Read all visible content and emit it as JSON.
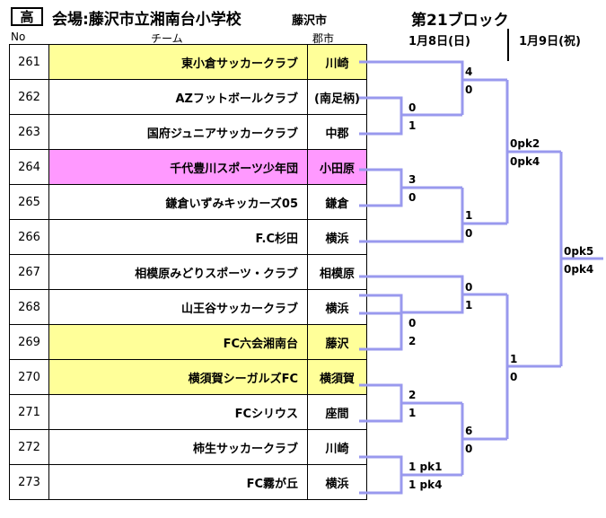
{
  "header": {
    "level_badge": "高",
    "venue": "会場:藤沢市立湘南台小学校",
    "city": "藤沢市",
    "block": "第21ブロック",
    "date_round1": "1月8日(日)",
    "date_round2": "1月9日(祝)"
  },
  "columns": {
    "no": "No",
    "team": "チーム",
    "city": "郡市"
  },
  "colors": {
    "highlight_yellow": "#ffff99",
    "highlight_pink": "#ff99ff",
    "bracket_line": "#9999ee"
  },
  "teams": [
    {
      "no": "261",
      "name": "東小倉サッカークラブ",
      "city": "川崎",
      "highlight": "yellow"
    },
    {
      "no": "262",
      "name": "AZフットボールクラブ",
      "city": "(南足柄)",
      "highlight": "none"
    },
    {
      "no": "263",
      "name": "国府ジュニアサッカークラブ",
      "city": "中郡",
      "highlight": "none"
    },
    {
      "no": "264",
      "name": "千代豊川スポーツ少年団",
      "city": "小田原",
      "highlight": "pink"
    },
    {
      "no": "265",
      "name": "鎌倉いずみキッカーズ05",
      "city": "鎌倉",
      "highlight": "none"
    },
    {
      "no": "266",
      "name": "F.C杉田",
      "city": "横浜",
      "highlight": "none"
    },
    {
      "no": "267",
      "name": "相模原みどりスポーツ・クラブ",
      "city": "相模原",
      "highlight": "none"
    },
    {
      "no": "268",
      "name": "山王谷サッカークラブ",
      "city": "横浜",
      "highlight": "none"
    },
    {
      "no": "269",
      "name": "FC六会湘南台",
      "city": "藤沢",
      "highlight": "yellow"
    },
    {
      "no": "270",
      "name": "横須賀シーガルズFC",
      "city": "横須賀",
      "highlight": "yellow"
    },
    {
      "no": "271",
      "name": "FCシリウス",
      "city": "座間",
      "highlight": "none"
    },
    {
      "no": "272",
      "name": "柿生サッカークラブ",
      "city": "川崎",
      "highlight": "none"
    },
    {
      "no": "273",
      "name": "FC霧が丘",
      "city": "横浜",
      "highlight": "none"
    }
  ],
  "scores": {
    "m262_263": [
      "0",
      "1"
    ],
    "m264_265": [
      "3",
      "0"
    ],
    "m267_268": [
      "0",
      "2"
    ],
    "m270_271": [
      "2",
      "1"
    ],
    "m272_273": [
      "1 pk1",
      "1 pk4"
    ],
    "r2_a": [
      "4",
      "0"
    ],
    "r2_b": [
      "1",
      "0"
    ],
    "r2_c": [
      "0",
      "1"
    ],
    "r2_d": [
      "6",
      "0"
    ],
    "r3_top": [
      "0pk2",
      "0pk4"
    ],
    "r3_bottom": [
      "1",
      "0"
    ],
    "final": [
      "0pk5",
      "0pk4"
    ]
  }
}
